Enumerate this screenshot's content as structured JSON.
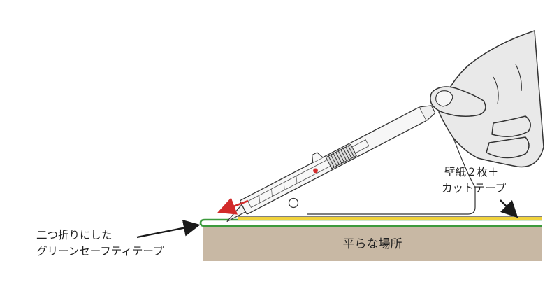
{
  "labels": {
    "surface": "平らな場所",
    "tape_line1": "二つ折りにした",
    "tape_line2": "グリーンセーフティテープ",
    "wallpaper_line1": "壁紙２枚＋",
    "wallpaper_line2": "カットテープ"
  },
  "colors": {
    "surface_fill": "#c8b8a4",
    "green_tape": "#3c9a3c",
    "yellow_tape": "#f0d23c",
    "glove": "#e9e9e9",
    "outline": "#333333",
    "arrow_red": "#d22a2a",
    "arrow_black": "#1a1a1a"
  },
  "icons": {
    "cutter": "utility-knife-icon",
    "hand": "gloved-hand-icon",
    "arrow": "pointer-arrow-icon"
  }
}
